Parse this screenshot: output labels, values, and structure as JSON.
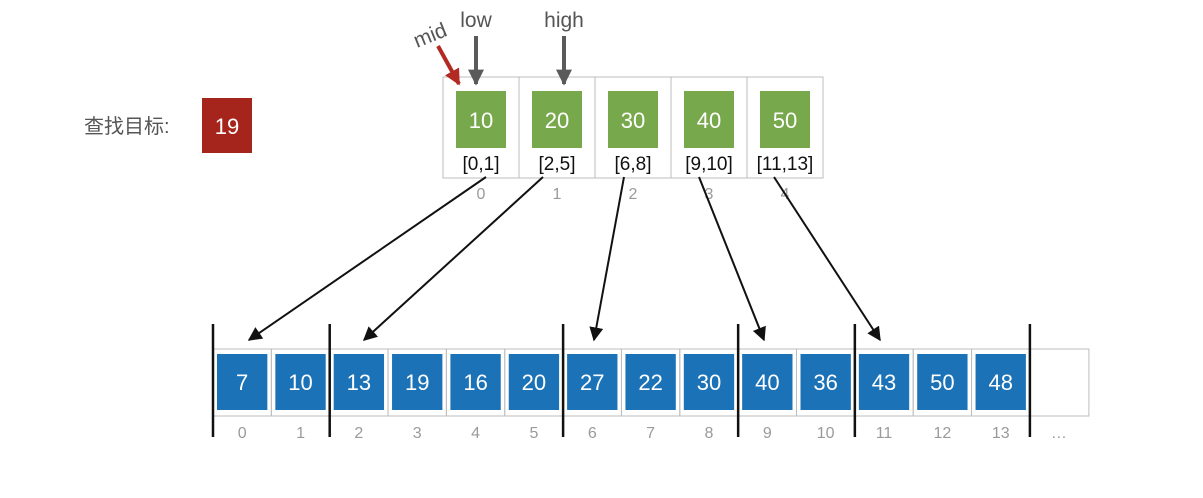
{
  "target": {
    "label": "查找目标:",
    "value": "19",
    "color": "#a5241c"
  },
  "pointers": {
    "mid": "mid",
    "low": "low",
    "high": "high",
    "mid_color": "#b22a22",
    "pointer_color": "#5a5a5a"
  },
  "index_table": {
    "color": "#78a84c",
    "entries": [
      {
        "value": "10",
        "range": "[0,1]",
        "index": "0"
      },
      {
        "value": "20",
        "range": "[2,5]",
        "index": "1"
      },
      {
        "value": "30",
        "range": "[6,8]",
        "index": "2"
      },
      {
        "value": "40",
        "range": "[9,10]",
        "index": "3"
      },
      {
        "value": "50",
        "range": "[11,13]",
        "index": "4"
      }
    ]
  },
  "data_array": {
    "color": "#1c72b6",
    "values": [
      "7",
      "10",
      "13",
      "19",
      "16",
      "20",
      "27",
      "22",
      "30",
      "40",
      "36",
      "43",
      "50",
      "48"
    ],
    "indices": [
      "0",
      "1",
      "2",
      "3",
      "4",
      "5",
      "6",
      "7",
      "8",
      "9",
      "10",
      "11",
      "12",
      "13"
    ],
    "ellipsis": "…"
  }
}
